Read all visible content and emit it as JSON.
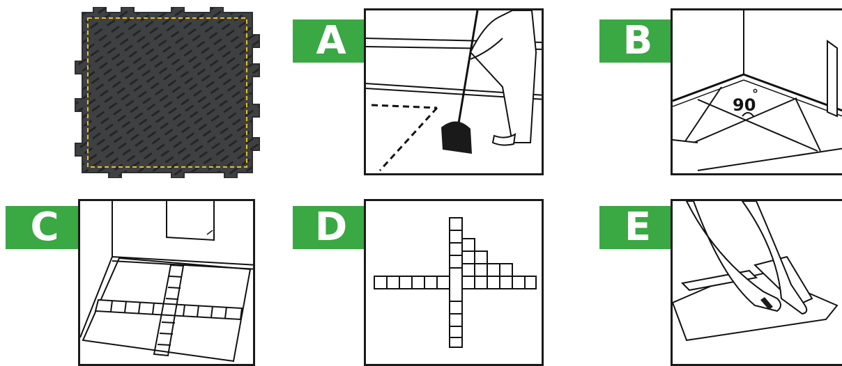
{
  "badge_color": "#3aa843",
  "steps": {
    "a": {
      "letter": "A"
    },
    "b": {
      "letter": "B",
      "angle_label": "90",
      "angle_unit": "°"
    },
    "c": {
      "letter": "C"
    },
    "d": {
      "letter": "D"
    },
    "e": {
      "letter": "E"
    }
  },
  "tile_product": {
    "color": "#3f4042",
    "border_line_color": "#e5c21f"
  }
}
